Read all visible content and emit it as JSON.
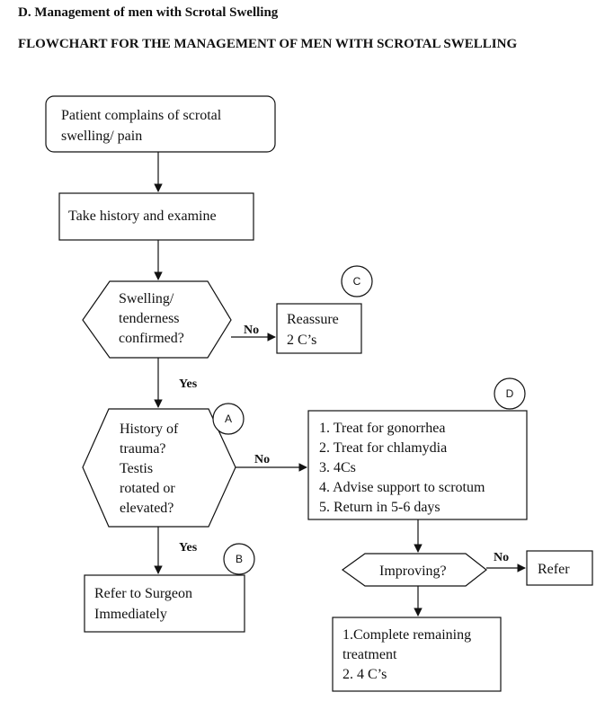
{
  "section_heading": "D.  Management of men with Scrotal Swelling",
  "flowchart_title": "FLOWCHART FOR THE MANAGEMENT OF MEN WITH SCROTAL SWELLING",
  "nodes": {
    "start": {
      "lines": [
        "Patient complains of scrotal",
        "swelling/ pain"
      ]
    },
    "history": {
      "lines": [
        "Take history and examine"
      ]
    },
    "swelling_decision": {
      "lines": [
        "Swelling/",
        "tenderness",
        "confirmed?"
      ]
    },
    "reassure": {
      "lines": [
        "Reassure",
        "2 C’s"
      ]
    },
    "trauma_decision": {
      "lines": [
        "History of",
        "trauma?",
        "Testis",
        "rotated or",
        "elevated?"
      ]
    },
    "treat": {
      "lines": [
        "1. Treat for gonorrhea",
        "2. Treat for chlamydia",
        "3. 4Cs",
        "4. Advise support to scrotum",
        "5. Return in 5-6 days"
      ]
    },
    "refer_surgeon": {
      "lines": [
        "Refer to Surgeon",
        "Immediately"
      ]
    },
    "improving_decision": {
      "lines": [
        "Improving?"
      ]
    },
    "refer": {
      "lines": [
        "Refer"
      ]
    },
    "complete": {
      "lines": [
        "1.Complete remaining",
        "treatment",
        "2. 4 C’s"
      ]
    }
  },
  "edge_labels": {
    "swelling_no": "No",
    "swelling_yes": "Yes",
    "trauma_no": "No",
    "trauma_yes": "Yes",
    "improving_no": "No"
  },
  "markers": {
    "a": "A",
    "b": "B",
    "c": "C",
    "d": "D"
  }
}
